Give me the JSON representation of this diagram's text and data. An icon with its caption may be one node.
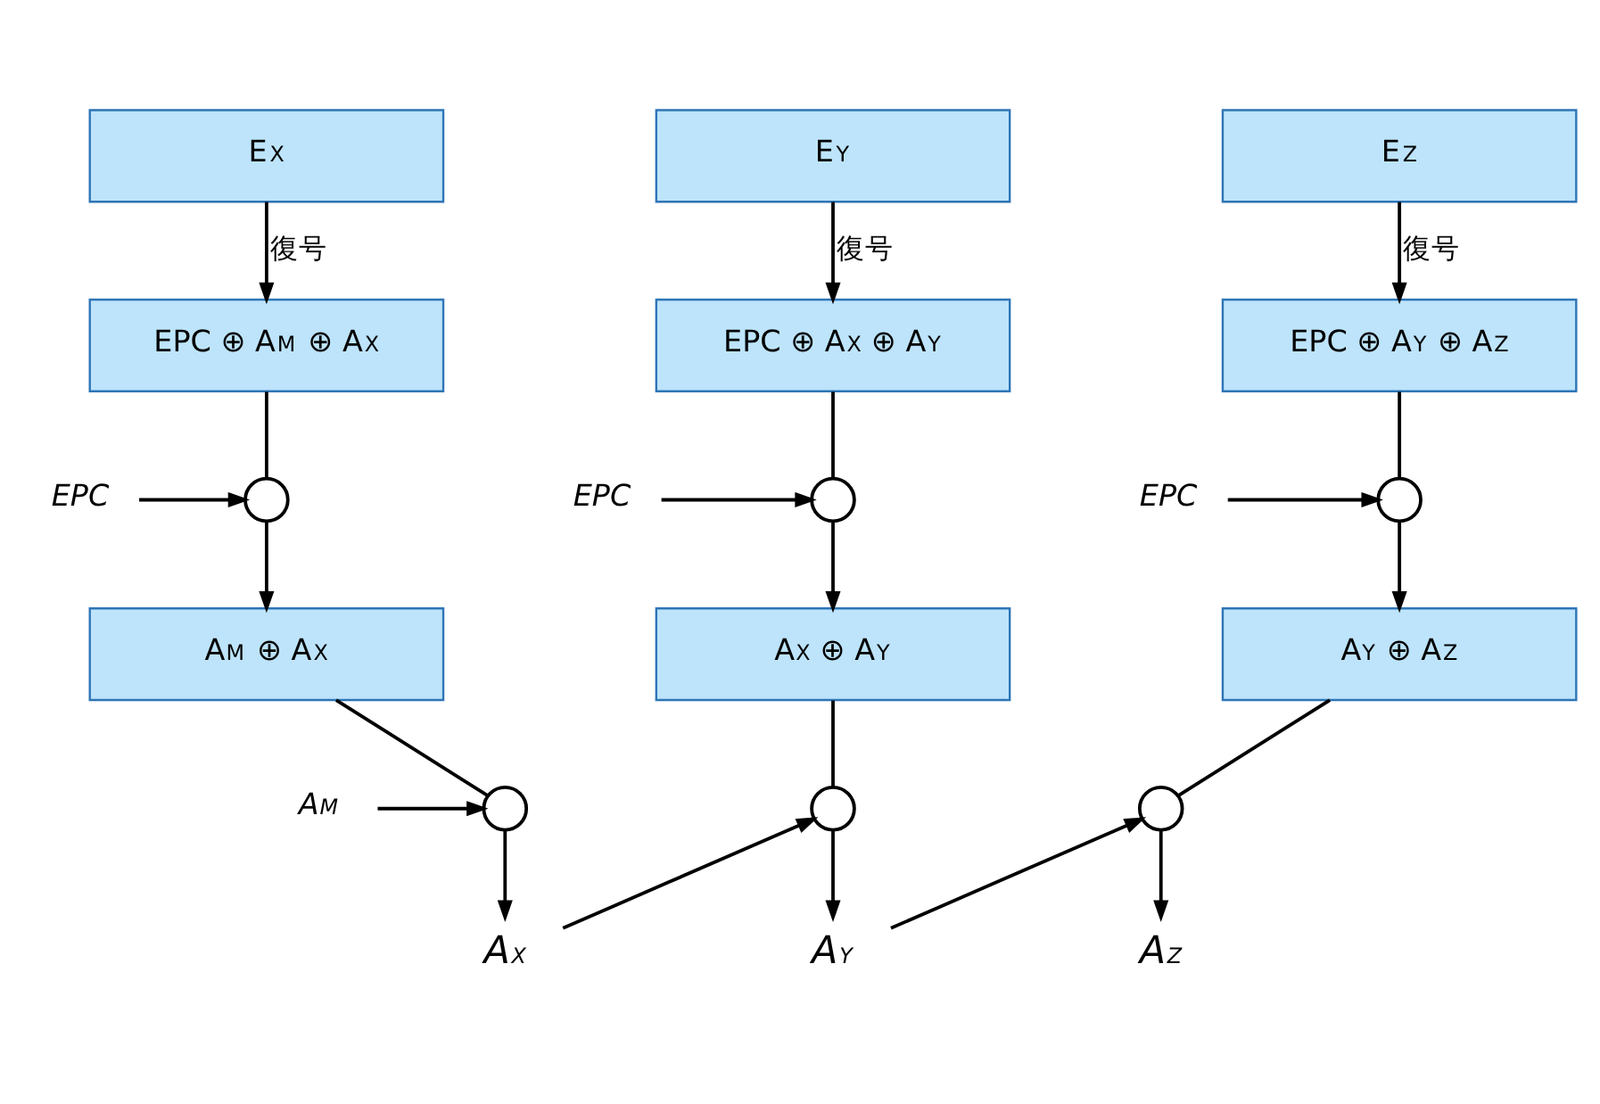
{
  "diagram": {
    "nodes": [
      {
        "text": [
          "E$_{X}$"
        ]
      },
      {
        "text": [
          "EPC ⊕ A$_{M}$ ⊕ A$_{X}$"
        ]
      },
      {
        "text": [
          "EPC"
        ]
      },
      {
        "text": [],
        "shape": "circle"
      },
      {
        "text": [
          "A$_{M}$ ⊕ A$_{X}$"
        ]
      },
      {
        "text": [
          "A$_{M}$"
        ]
      },
      {
        "text": [],
        "shape": "circle"
      },
      {
        "text": [
          "A$_{X}$"
        ]
      },
      {
        "text": [
          "E$_{Y}$"
        ]
      },
      {
        "text": [
          "EPC ⊕ A$_{X}$ ⊕ A$_{Y}$"
        ]
      },
      {
        "text": [
          "EPC"
        ]
      },
      {
        "text": [],
        "shape": "circle"
      },
      {
        "text": [
          "A$_{X}$ ⊕ A$_{Y}$"
        ]
      },
      {
        "text": [],
        "shape": "circle"
      },
      {
        "text": [
          "A$_{Y}$"
        ]
      },
      {
        "text": [
          "E$_{Z}$"
        ]
      },
      {
        "text": [
          "EPC ⊕ A$_{Y}$ ⊕ A$_{Z}$"
        ]
      },
      {
        "text": [
          "EPC"
        ]
      },
      {
        "text": [],
        "shape": "circle"
      },
      {
        "text": [
          "A$_{Y}$ ⊕ A$_{Z}$"
        ]
      },
      {
        "text": [],
        "shape": "circle"
      },
      {
        "text": [
          "A$_{Z}$"
        ]
      }
    ],
    "edges": [
      {
        "from": 0,
        "to": 1,
        "arrow": "to",
        "label": "復号"
      },
      {
        "from": 1,
        "to": 3,
        "arrow": "none"
      },
      {
        "from": 2,
        "to": 3,
        "arrow": "to"
      },
      {
        "from": 3,
        "to": 4,
        "arrow": "to"
      },
      {
        "from": 4,
        "to": 6,
        "arrow": "none"
      },
      {
        "from": 5,
        "to": 6,
        "arrow": "to"
      },
      {
        "from": 6,
        "to": 7,
        "arrow": "to"
      },
      {
        "from": 7,
        "to": 13,
        "arrow": "to"
      },
      {
        "from": 8,
        "to": 9,
        "arrow": "to",
        "label": "復号"
      },
      {
        "from": 9,
        "to": 11,
        "arrow": "none"
      },
      {
        "from": 10,
        "to": 11,
        "arrow": "to"
      },
      {
        "from": 11,
        "to": 12,
        "arrow": "to"
      },
      {
        "from": 12,
        "to": 13,
        "arrow": "none"
      },
      {
        "from": 13,
        "to": 14,
        "arrow": "to"
      },
      {
        "from": 14,
        "to": 20,
        "arrow": "to"
      },
      {
        "from": 15,
        "to": 16,
        "arrow": "to",
        "label": "復号"
      },
      {
        "from": 16,
        "to": 18,
        "arrow": "none"
      },
      {
        "from": 17,
        "to": 18,
        "arrow": "to"
      },
      {
        "from": 18,
        "to": 19,
        "arrow": "to"
      },
      {
        "from": 19,
        "to": 20,
        "arrow": "none"
      },
      {
        "from": 20,
        "to": 21,
        "arrow": "to"
      }
    ]
  }
}
